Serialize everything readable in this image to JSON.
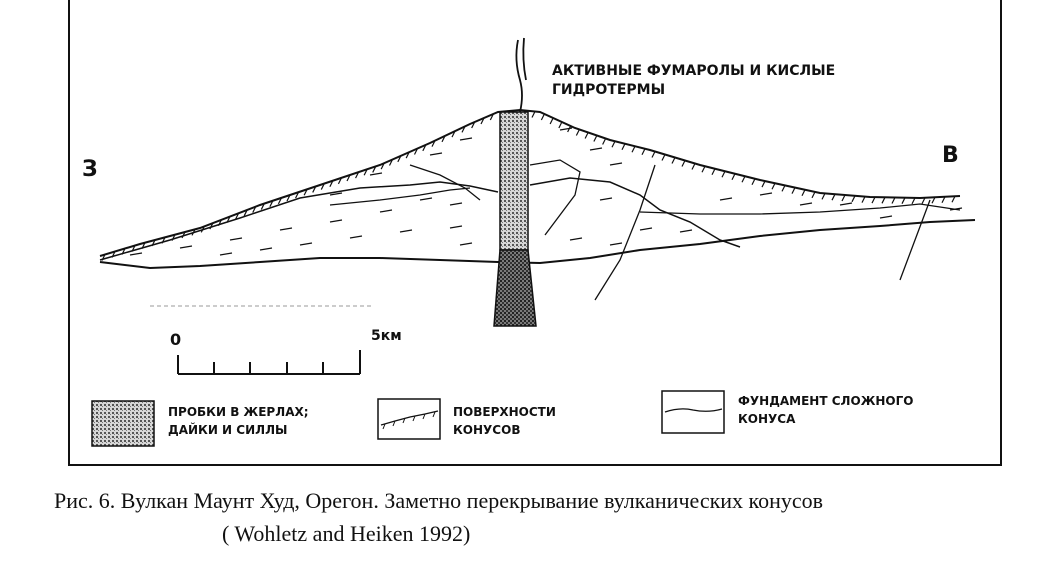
{
  "diagram": {
    "annotation_fumaroles": "АКТИВНЫЕ ФУМАРОЛЫ И КИСЛЫЕ ГИДРОТЕРМЫ",
    "annotation_fumaroles_line1": "АКТИВНЫЕ ФУМАРОЛЫ И КИСЛЫЕ",
    "annotation_fumaroles_line2": "ГИДРОТЕРМЫ",
    "direction_west": "З",
    "direction_east": "В",
    "scale_start": "0",
    "scale_end": "5км"
  },
  "legend": {
    "vent_plugs_line1": "ПРОБКИ В ЖЕРЛАХ;",
    "vent_plugs_line2": "ДАЙКИ И СИЛЛЫ",
    "cone_surfaces_line1": "ПОВЕРХНОСТИ",
    "cone_surfaces_line2": "КОНУСОВ",
    "complex_cone_base_line1": "ФУНДАМЕНТ СЛОЖНОГО",
    "complex_cone_base_line2": "КОНУСА"
  },
  "caption": {
    "line1": "Рис. 6. Вулкан Маунт Худ, Орегон. Заметно перекрывание вулканических конусов",
    "line2": "( Wohletz and Heiken 1992)"
  },
  "colors": {
    "ink": "#111111",
    "paper": "#ffffff",
    "plug_fill": "#8a8a8a"
  }
}
